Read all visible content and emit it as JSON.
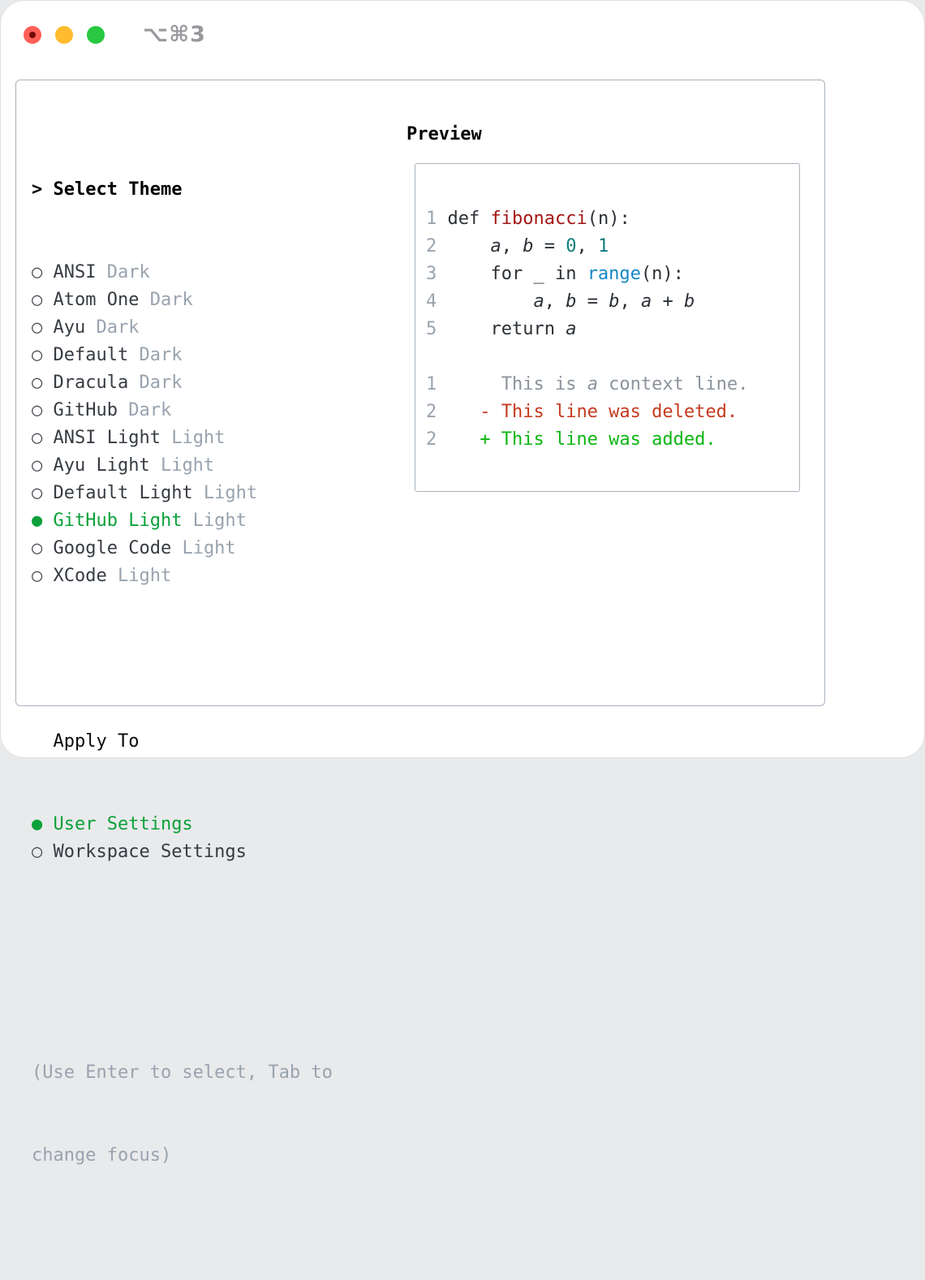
{
  "window": {
    "titlebar": {
      "title": "⌥⌘3"
    },
    "traffic_lights": [
      "close",
      "minimize",
      "zoom"
    ]
  },
  "theme_panel": {
    "header": {
      "prompt": "> ",
      "label": "Select Theme"
    },
    "themes": [
      {
        "name": "ANSI",
        "variant": "Dark",
        "selected": false
      },
      {
        "name": "Atom One",
        "variant": "Dark",
        "selected": false
      },
      {
        "name": "Ayu",
        "variant": "Dark",
        "selected": false
      },
      {
        "name": "Default",
        "variant": "Dark",
        "selected": false
      },
      {
        "name": "Dracula",
        "variant": "Dark",
        "selected": false
      },
      {
        "name": "GitHub",
        "variant": "Dark",
        "selected": false
      },
      {
        "name": "ANSI Light",
        "variant": "Light",
        "selected": false
      },
      {
        "name": "Ayu Light",
        "variant": "Light",
        "selected": false
      },
      {
        "name": "Default Light",
        "variant": "Light",
        "selected": false
      },
      {
        "name": "GitHub Light",
        "variant": "Light",
        "selected": true
      },
      {
        "name": "Google Code",
        "variant": "Light",
        "selected": false
      },
      {
        "name": "XCode",
        "variant": "Light",
        "selected": false
      }
    ],
    "apply_to": {
      "label": "Apply To",
      "options": [
        {
          "name": "User Settings",
          "selected": true
        },
        {
          "name": "Workspace Settings",
          "selected": false
        }
      ]
    },
    "hint_lines": [
      "(Use Enter to select, Tab to",
      "change focus)"
    ]
  },
  "preview": {
    "label": "Preview",
    "code_lines": [
      [
        {
          "t": "1",
          "c": "ln"
        },
        {
          "t": " ",
          "c": "codet"
        },
        {
          "t": "def ",
          "c": "codet"
        },
        {
          "t": "fibonacci",
          "c": "fn"
        },
        {
          "t": "(n):",
          "c": "codet"
        }
      ],
      [
        {
          "t": "2",
          "c": "ln"
        },
        {
          "t": "     ",
          "c": "codet"
        },
        {
          "t": "a",
          "c": "codet itl"
        },
        {
          "t": ", ",
          "c": "codet"
        },
        {
          "t": "b",
          "c": "codet itl"
        },
        {
          "t": " = ",
          "c": "codet"
        },
        {
          "t": "0",
          "c": "num"
        },
        {
          "t": ", ",
          "c": "codet"
        },
        {
          "t": "1",
          "c": "num"
        }
      ],
      [
        {
          "t": "3",
          "c": "ln"
        },
        {
          "t": "     for _ in ",
          "c": "codet"
        },
        {
          "t": "range",
          "c": "blue"
        },
        {
          "t": "(n):",
          "c": "codet"
        }
      ],
      [
        {
          "t": "4",
          "c": "ln"
        },
        {
          "t": "         ",
          "c": "codet"
        },
        {
          "t": "a",
          "c": "codet itl"
        },
        {
          "t": ", ",
          "c": "codet"
        },
        {
          "t": "b",
          "c": "codet itl"
        },
        {
          "t": " = ",
          "c": "codet"
        },
        {
          "t": "b",
          "c": "codet itl"
        },
        {
          "t": ", ",
          "c": "codet"
        },
        {
          "t": "a",
          "c": "codet itl"
        },
        {
          "t": " + ",
          "c": "codet"
        },
        {
          "t": "b",
          "c": "codet itl"
        }
      ],
      [
        {
          "t": "5",
          "c": "ln"
        },
        {
          "t": "     return ",
          "c": "codet"
        },
        {
          "t": "a",
          "c": "codet itl"
        }
      ],
      [],
      [
        {
          "t": "1",
          "c": "ln"
        },
        {
          "t": "      This is ",
          "c": "ctx"
        },
        {
          "t": "a",
          "c": "ctx itl"
        },
        {
          "t": " context line.",
          "c": "ctx"
        }
      ],
      [
        {
          "t": "2",
          "c": "ln"
        },
        {
          "t": "    ",
          "c": "codet"
        },
        {
          "t": "- This line was deleted.",
          "c": "del"
        }
      ],
      [
        {
          "t": "2",
          "c": "ln"
        },
        {
          "t": "    ",
          "c": "codet"
        },
        {
          "t": "+ This line was added.",
          "c": "add"
        }
      ]
    ]
  },
  "colors": {
    "selected_green": "#0ca13a",
    "added_green": "#0cb612",
    "deleted_red": "#c43a1e",
    "function_red": "#a31515",
    "number_teal": "#0f7c7c",
    "builtin_blue": "#1487c6",
    "muted_gray": "#99a3af",
    "border_gray": "#a9b2bd",
    "traffic_red": "#ff5f57",
    "traffic_yellow": "#febc2e",
    "traffic_green": "#28c840"
  }
}
